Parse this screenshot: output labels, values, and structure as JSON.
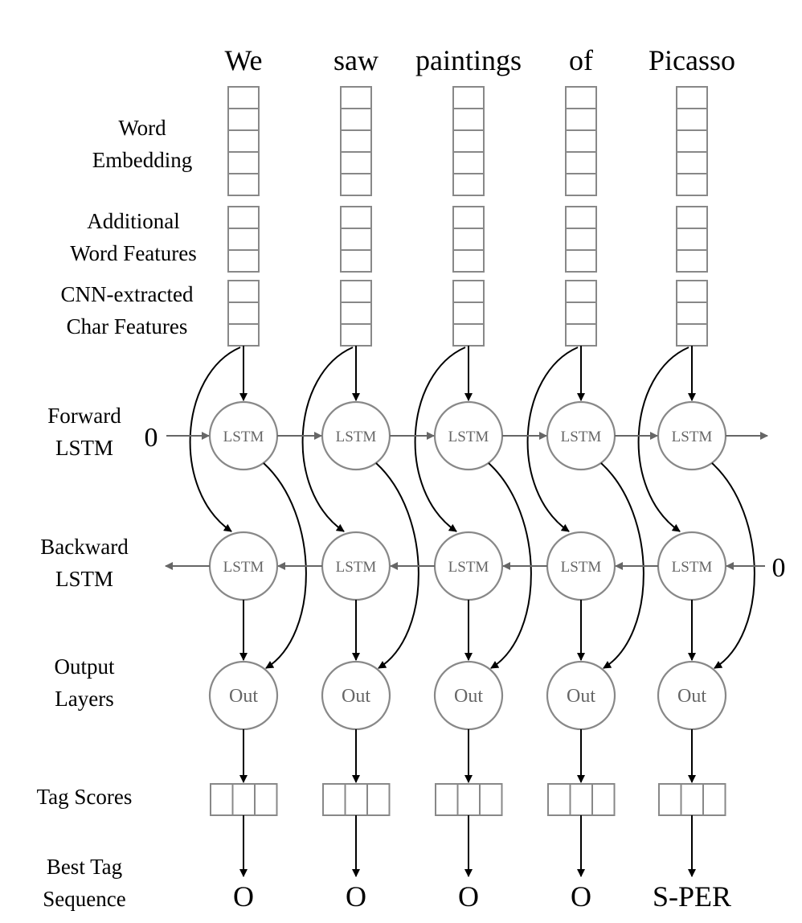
{
  "words": [
    "We",
    "saw",
    "paintings",
    "of",
    "Picasso"
  ],
  "row_labels": {
    "word_embedding": [
      "Word",
      "Embedding"
    ],
    "additional_features": [
      "Additional",
      "Word Features"
    ],
    "char_features": [
      "CNN-extracted",
      "Char Features"
    ],
    "forward_lstm": [
      "Forward",
      "LSTM"
    ],
    "backward_lstm": [
      "Backward",
      "LSTM"
    ],
    "output_layers": [
      "Output",
      "Layers"
    ],
    "tag_scores": [
      "Tag Scores"
    ],
    "best_tag_sequence": [
      "Best Tag",
      "Sequence"
    ]
  },
  "lstm_label": "LSTM",
  "out_label": "Out",
  "initial_state_label": "0",
  "tags": [
    "O",
    "O",
    "O",
    "O",
    "S-PER"
  ],
  "cell_counts": {
    "word_embedding": 5,
    "additional_features": 3,
    "char_features": 3,
    "tag_scores": 3
  },
  "colors": {
    "node_stroke": "#888888",
    "arrow_gray": "#666666",
    "arrow_black": "#000000"
  }
}
